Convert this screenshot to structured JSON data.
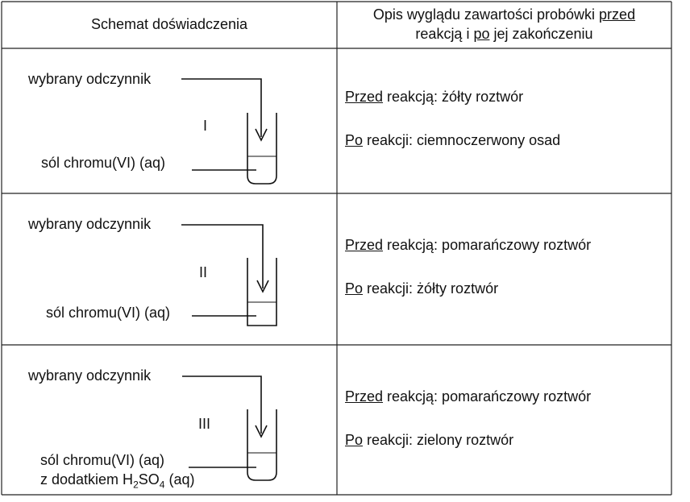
{
  "header": {
    "left": "Schemat doświadczenia",
    "right_line1_pre": "Opis wyglądu zawartości probówki ",
    "right_line1_u": "przed",
    "right_line2_pre": "reakcją i ",
    "right_line2_u": "po",
    "right_line2_post": " jej zakończeniu"
  },
  "rows": [
    {
      "numeral": "I",
      "reagent": "wybrany odczynnik",
      "solution_line1": "sól chromu(VI) (aq)",
      "before_label": "Przed",
      "before_text": " reakcją: żółty roztwór",
      "after_label": "Po",
      "after_text": " reakcji: ciemnoczerwony osad"
    },
    {
      "numeral": "II",
      "reagent": "wybrany odczynnik",
      "solution_line1": "sól chromu(VI) (aq)",
      "before_label": "Przed",
      "before_text": " reakcją: pomarańczowy roztwór",
      "after_label": "Po",
      "after_text": " reakcji: żółty roztwór"
    },
    {
      "numeral": "III",
      "reagent": "wybrany odczynnik",
      "solution_line1": "sól chromu(VI) (aq)",
      "solution_line2_pre": "z dodatkiem H",
      "solution_sub1": "2",
      "solution_mid": "SO",
      "solution_sub2": "4",
      "solution_post": " (aq)",
      "before_label": "Przed",
      "before_text": " reakcją: pomarańczowy roztwór",
      "after_label": "Po",
      "after_text": " reakcji: zielony roztwór"
    }
  ]
}
